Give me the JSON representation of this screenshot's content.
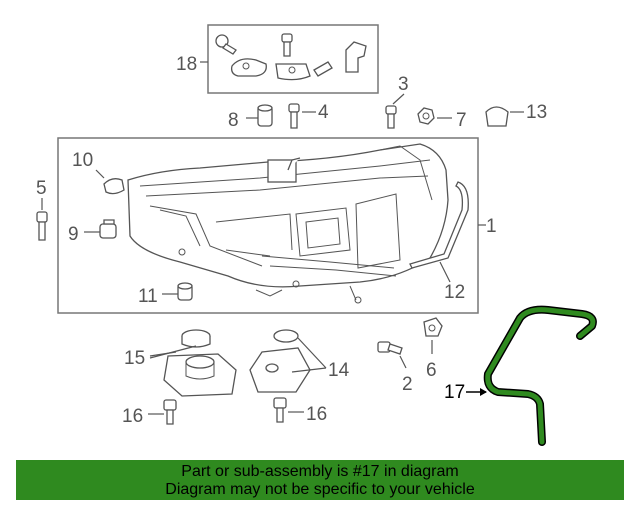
{
  "callouts": {
    "c1": "1",
    "c2": "2",
    "c3": "3",
    "c4": "4",
    "c5": "5",
    "c6": "6",
    "c7": "7",
    "c8": "8",
    "c9": "9",
    "c10": "10",
    "c11": "11",
    "c12": "12",
    "c13": "13",
    "c14": "14",
    "c15": "15",
    "c16a": "16",
    "c16b": "16",
    "c17": "17",
    "c18": "18"
  },
  "highlight": {
    "part": "17",
    "color": "#2f8a1f"
  },
  "banner": {
    "line1": "Part or sub-assembly is #17 in diagram",
    "line2": "Diagram may not be specific to your vehicle",
    "background": "#2f8a1f"
  }
}
